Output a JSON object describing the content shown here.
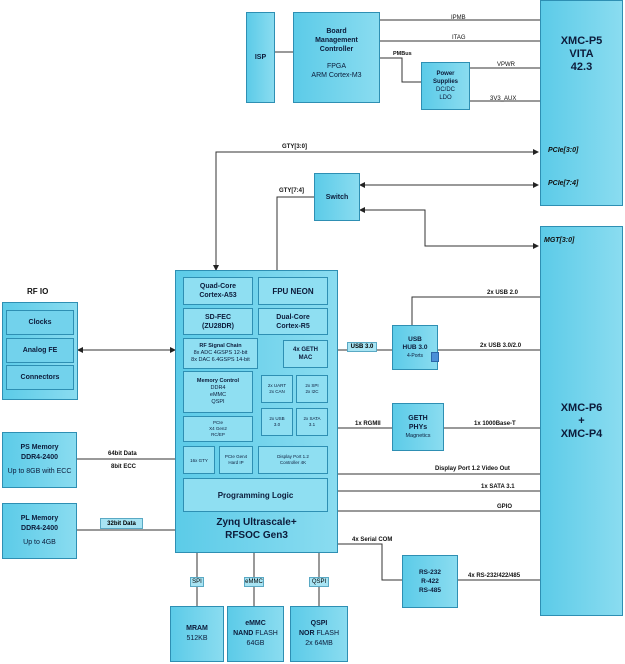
{
  "xmc_p5": {
    "line1": "XMC-P5",
    "line2": "VITA",
    "line3": "42.3",
    "pcie30": "PCIe[3:0]",
    "pcie74": "PCIe[7:4]"
  },
  "xmc_p6": {
    "line1": "XMC-P6",
    "line2": "+",
    "line3": "XMC-P4",
    "mgt": "MGT[3:0]"
  },
  "isp": "ISP",
  "bmc": {
    "line1": "Board",
    "line2": "Management",
    "line3": "Controller",
    "line4": "FPGA",
    "line5": "ARM Cortex-M3"
  },
  "power": {
    "line1": "Power",
    "line2": "Supplies",
    "line3": "DC/DC",
    "line4": "LDO"
  },
  "switch": "Switch",
  "rfio": {
    "title": "RF IO",
    "items": [
      "Clocks",
      "Analog FE",
      "Connectors"
    ]
  },
  "ps_memory": {
    "line1": "PS Memory",
    "line2": "DDR4-2400",
    "line3": "Up to 8GB with ECC"
  },
  "pl_memory": {
    "line1": "PL Memory",
    "line2": "DDR4-2400",
    "line3": "Up to 4GB"
  },
  "zynq": {
    "title1": "Zynq Ultrascale+",
    "title2": "RFSOC Gen3",
    "quad_core": [
      "Quad-Core",
      "Cortex-A53"
    ],
    "fpu": "FPU NEON",
    "sdfec": [
      "SD-FEC",
      "(ZU28DR)"
    ],
    "dual_core": [
      "Dual-Core",
      "Cortex-R5"
    ],
    "rf_chain": [
      "RF Signal Chain",
      "8x ADC 4GSPS 12-bit",
      "8x DAC 6.4GSPS 14-bit"
    ],
    "geth_mac": [
      "4x GETH",
      "MAC"
    ],
    "memctrl": [
      "Memory Control",
      "DDR4",
      "eMMC",
      "QSPI"
    ],
    "uart": [
      "2x UART",
      "2x CAN"
    ],
    "spi": [
      "2x SPI",
      "2x I2C"
    ],
    "usb30": [
      "2x USB",
      "3.0"
    ],
    "sata": [
      "2x SATA",
      "3.1"
    ],
    "pcie": [
      "PCIe",
      "X4 Gen2",
      "RC/EP"
    ],
    "gty": "16x GTY",
    "pcie_gen4": [
      "PCIe Gen4",
      "Hard IP"
    ],
    "dp": [
      "Display Port 1.2",
      "Controller 4K"
    ],
    "prog_logic": "Programming Logic"
  },
  "usb_hub": {
    "line1": "USB",
    "line2": "HUB 3.0",
    "line3": "4-Ports"
  },
  "geth_phys": {
    "line1": "GETH",
    "line2": "PHYs",
    "line3": "Magnetics"
  },
  "rs": {
    "line1": "RS-232",
    "line2": "R-422",
    "line3": "RS-485"
  },
  "mram": {
    "line1": "MRAM",
    "line2": "512KB"
  },
  "emmc": {
    "line1": "eMMC",
    "line2a": "NAND",
    "line2b": " FLASH",
    "line3": "64GB"
  },
  "qspi": {
    "line1": "QSPI",
    "line2a": "NOR",
    "line2b": " FLASH",
    "line3": "2x 64MB"
  },
  "labels": {
    "ipmb": "IPMB",
    "itag": "ITAG",
    "pmbus": "PMBus",
    "vpwr": "VPWR",
    "v3v3": "3V3_AUX",
    "gty30": "GTY[3:0]",
    "gty74": "GTY[7:4]",
    "usb2": "2x USB 2.0",
    "usb3link": "USB 3.0",
    "usb3": "2x USB 3.0/2.0",
    "rgmii": "1x RGMII",
    "base1000": "1x 1000Base-T",
    "dp": "Display Port 1.2 Video Out",
    "sata": "1x SATA 3.1",
    "gpio": "GPIO",
    "serial": "4x Serial COM",
    "rs_out": "4x RS-232/422/485",
    "data64": "64bit Data",
    "ecc": "8bit ECC",
    "data32": "32bit Data",
    "spi": "SPI",
    "emmc": "eMMC",
    "qspi": "QSPI"
  }
}
